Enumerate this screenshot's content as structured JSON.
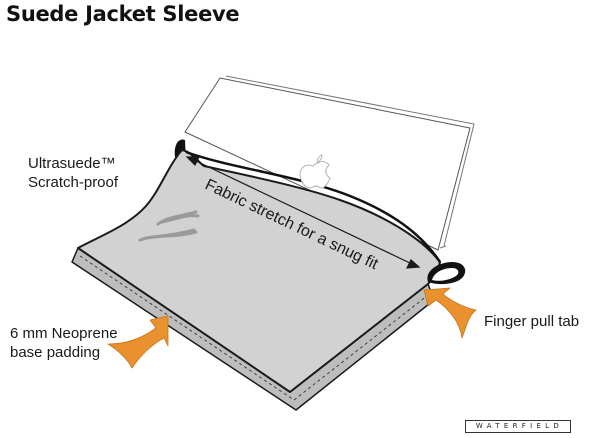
{
  "title": "Suede Jacket Sleeve",
  "callouts": {
    "ultrasuede": {
      "line1": "Ultrasuede™",
      "line2": "Scratch-proof"
    },
    "stretch": "Fabric stretch for a snug fit",
    "neoprene": {
      "line1": "6 mm Neoprene",
      "line2": "base padding"
    },
    "finger_pull": "Finger pull tab"
  },
  "logo": "WATERFIELD",
  "colors": {
    "sleeve_fill": "#d2d2d2",
    "sleeve_edge": "#bcbcbc",
    "arrow": "#e8912e",
    "outline": "#1a1a1a",
    "laptop_outline": "#555555"
  },
  "icons": [
    "apple-logo-icon",
    "stretch-arrow-icon",
    "orange-arrow-icon",
    "finger-pull-tab-icon"
  ]
}
